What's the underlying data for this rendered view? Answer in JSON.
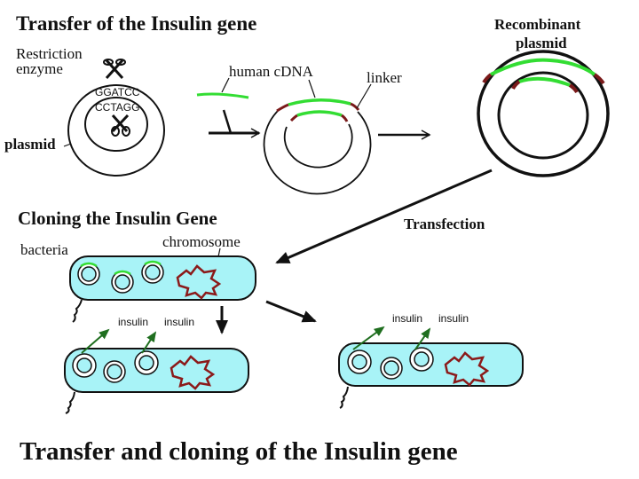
{
  "titles": {
    "transfer": "Transfer of the Insulin gene",
    "cloning": "Cloning the Insulin Gene",
    "footer": "Transfer and cloning of the Insulin gene"
  },
  "labels": {
    "restriction_line1": "Restriction",
    "restriction_line2": "enzyme",
    "seq_top": "GGATCC",
    "seq_bottom": "CCTAGG",
    "plasmid": "plasmid",
    "human_cdna": "human cDNA",
    "linker": "linker",
    "recombinant_line1": "Recombinant",
    "recombinant_line2": "plasmid",
    "transfection": "Transfection",
    "bacteria": "bacteria",
    "chromosome": "chromosome",
    "insulin_1": "insulin",
    "insulin_2": "insulin",
    "insulin_3": "insulin",
    "insulin_4": "insulin"
  },
  "colors": {
    "cell_fill": "#a8f3f7",
    "cdna_green": "#33dd33",
    "linker_red": "#7a1a1a",
    "chromosome_red": "#8b1a1a",
    "insulin_arrow": "#1f6e1f",
    "outline": "#111111"
  }
}
